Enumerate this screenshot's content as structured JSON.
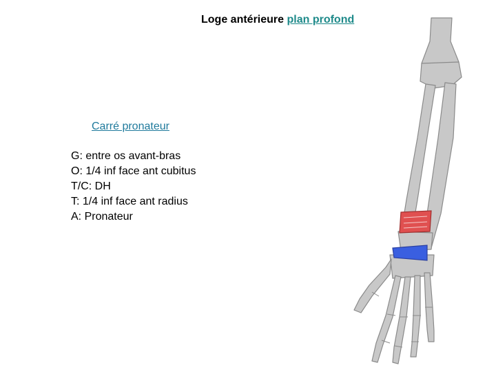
{
  "title": {
    "main": "Loge antérieure",
    "link": "plan profond"
  },
  "muscle": {
    "name": "Carré pronateur"
  },
  "details": [
    "G: entre os avant-bras",
    "O: 1/4 inf face ant cubitus",
    "T/C: DH",
    "T: 1/4 inf face ant radius",
    "A: Pronateur"
  ],
  "colors": {
    "muscle_highlight": "#e05050",
    "carpal_highlight": "#3a5fe0",
    "bone": "#c8c8c8",
    "link": "#1e8a8a"
  }
}
